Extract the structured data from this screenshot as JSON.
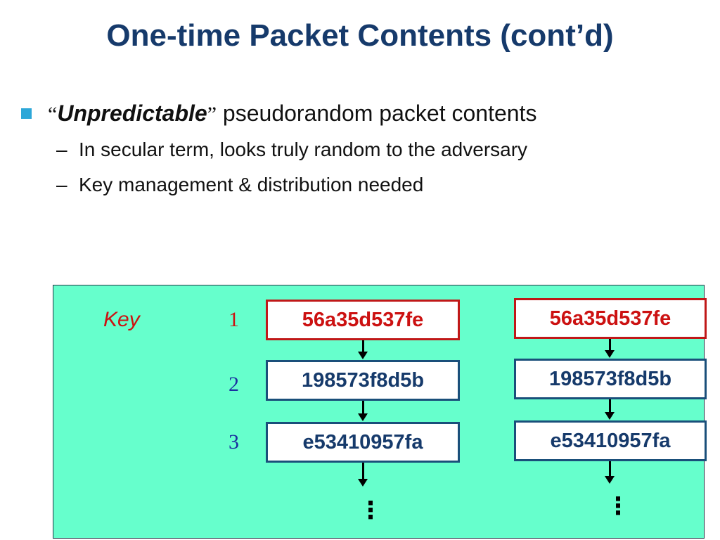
{
  "title": "One-time Packet Contents (cont’d)",
  "bullet": {
    "open_quote": "“",
    "emphasis": "Unpredictable",
    "close_quote": "”",
    "rest": " pseudorandom packet contents"
  },
  "subbullets": [
    {
      "dash": "–",
      "text": "In secular term, looks truly random to the adversary"
    },
    {
      "dash": "–",
      "text": "Key management & distribution needed"
    }
  ],
  "diagram": {
    "key_label": "Key",
    "step_numbers": [
      "1",
      "2",
      "3"
    ],
    "left_chain": [
      "56a35d537fe",
      "198573f8d5b",
      "e53410957fa"
    ],
    "right_chain": [
      "56a35d537fe",
      "198573f8d5b",
      "e53410957fa"
    ],
    "continuation": "⋮"
  },
  "colors": {
    "title": "#163a6b",
    "panel_background": "#66ffcc",
    "key_red": "#cc1111",
    "box_blue": "#1a4f7a",
    "bullet_square": "#2da7d8"
  }
}
